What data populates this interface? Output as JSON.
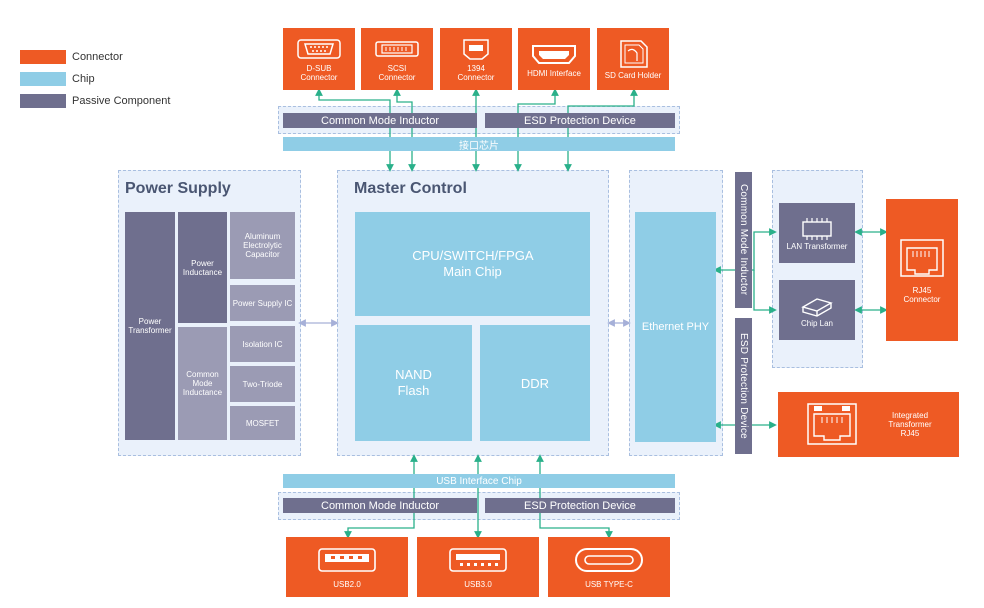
{
  "legend": [
    {
      "label": "Connector",
      "color": "#ee5a24"
    },
    {
      "label": "Chip",
      "color": "#8fcde6"
    },
    {
      "label": "Passive Component",
      "color": "#6f6f8e"
    }
  ],
  "top_connectors": [
    {
      "label": "D-SUB\nConnector",
      "icon": "dsub-connector-icon"
    },
    {
      "label": "SCSI\nConnector",
      "icon": "scsi-connector-icon"
    },
    {
      "label": "1394\nConnector",
      "icon": "firewire-connector-icon"
    },
    {
      "label": "HDMI Interface",
      "icon": "hdmi-connector-icon"
    },
    {
      "label": "SD Card Holder",
      "icon": "sd-card-icon"
    }
  ],
  "top_bar": {
    "common_mode_inductor": "Common Mode Inductor",
    "esd_protection": "ESD Protection Device",
    "interface_chip": "接口芯片"
  },
  "power_supply": {
    "title": "Power Supply",
    "power_transformer": "Power Transformer",
    "power_inductance": "Power Inductance",
    "common_mode_inductance": "Common Mode Inductance",
    "aluminum_capacitor": "Aluminum Electrolytic Capacitor",
    "power_supply_ic": "Power Supply IC",
    "isolation_ic": "Isolation IC",
    "two_triode": "Two-Triode",
    "mosfet": "MOSFET"
  },
  "master_control": {
    "title": "Master Control",
    "main_chip": "CPU/SWITCH/FPGA Main Chip",
    "nand_flash": "NAND Flash",
    "ddr": "DDR"
  },
  "ethernet": {
    "phy": "Ethernet PHY",
    "common_mode_inductor": "Common Mode Inductor",
    "esd_protection": "ESD Protection Device",
    "lan_transformer": "LAN Transformer",
    "chip_lan": "Chip Lan",
    "rj45_connector": "RJ45 Connector",
    "integrated_rj45": "Integrated Transformer RJ45"
  },
  "bottom_bar": {
    "usb_interface_chip": "USB Interface Chip",
    "common_mode_inductor": "Common Mode Inductor",
    "esd_protection": "ESD Protection Device"
  },
  "bottom_connectors": [
    {
      "label": "USB2.0",
      "icon": "usb2-connector-icon"
    },
    {
      "label": "USB3.0",
      "icon": "usb3-connector-icon"
    },
    {
      "label": "USB TYPE-C",
      "icon": "usb-typec-connector-icon"
    }
  ],
  "colors": {
    "connector": "#ee5a24",
    "chip": "#8fcde6",
    "passive": "#6f6f8e",
    "wire": "#2ab08a",
    "panel": "#eaf1fb"
  }
}
